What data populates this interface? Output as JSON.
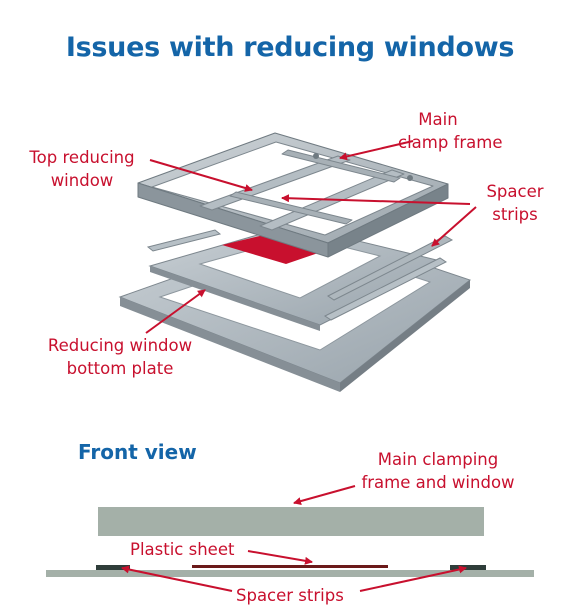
{
  "title": "Issues with reducing windows",
  "labels": {
    "main_clamp_frame": [
      "Main",
      "clamp frame"
    ],
    "top_reducing_window": [
      "Top reducing",
      "window"
    ],
    "spacer_strips_top": [
      "Spacer",
      "strips"
    ],
    "reducing_window_bottom_plate": [
      "Reducing window",
      "bottom plate"
    ],
    "front_view": "Front view",
    "main_clamping_frame_and_window": [
      "Main clamping",
      "frame and window"
    ],
    "plastic_sheet": "Plastic sheet",
    "spacer_strips_bottom": "Spacer strips"
  },
  "colors": {
    "title": "#1465a8",
    "label": "#c8102e",
    "arrow": "#c8102e",
    "metal": "#a9b3ba",
    "plastic": "#c8102e"
  }
}
